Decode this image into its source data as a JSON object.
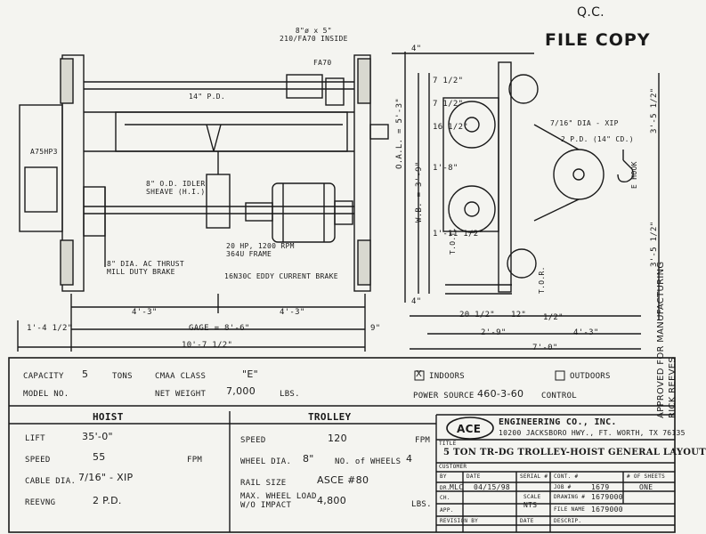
{
  "header": {
    "qc_mark": "Q.C.",
    "file_copy": "FILE COPY"
  },
  "plan_view": {
    "bearing": "8\"ø x 5\"\n210/FA70 INSIDE",
    "fa70": "FA70",
    "pd": "14\" P.D.",
    "motor_box": "A75HP3",
    "idler": "8\" O.D. IDLER\nSHEAVE (H.I.)",
    "motor": "20 HP, 1200 RPM\n364U FRAME",
    "brake1": "8\" DIA. AC THRUST\nMILL DUTY BRAKE",
    "brake2": "16N30C EDDY CURRENT BRAKE",
    "dim_4ft3": "4'-3\"",
    "dim_4ft3b": "4'-3\"",
    "gage": "GAGE = 8'-6\"",
    "dim_1ft4": "1'-4 1/2\"",
    "dim_9": "9\"",
    "dim_10ft7": "10'-7 1/2\""
  },
  "side_view": {
    "d4": "4\"",
    "d7_1": "7 1/2\"",
    "d7_2": "7 1/2\"",
    "d16": "16 1/2\"",
    "d1_8": "1'-8\"",
    "d1_11": "1'-11 1/2\"",
    "oal": "O.A.L. = 5'-3\"",
    "wb": "W.B. = 3'-9\"",
    "tot": "T.O.T.",
    "tor": "T.O.R.",
    "rope": "7/16\" DIA - XIP",
    "pd": "2 P.D. (14\" CD.)",
    "ehook": "E HOOK",
    "d3_5a": "3'-5 1/2\"",
    "d3_5b": "3'-5 1/2\"",
    "d4in": "4\"",
    "d20": "20 1/2\"",
    "d12": "12\"",
    "d1_2": "1/2\"",
    "d2_9": "2'-9\"",
    "d4_3": "4'-3\"",
    "d7_0": "7'-0\""
  },
  "approval": "APPROVED FOR MANUFACTURING\nRICK REEVES",
  "specs": {
    "capacity_label": "CAPACITY",
    "capacity_value": "5",
    "capacity_unit": "TONS",
    "cmaa_label": "CMAA CLASS",
    "cmaa_value": "\"E\"",
    "indoors_check": "X",
    "indoors_label": "INDOORS",
    "outdoors_label": "OUTDOORS",
    "model_label": "MODEL NO.",
    "weight_label": "NET WEIGHT",
    "weight_value": "7,000",
    "weight_unit": "LBS.",
    "power_label": "POWER SOURCE",
    "power_value": "460-3-60",
    "control_label": "CONTROL"
  },
  "hoist": {
    "title": "HOIST",
    "lift_label": "LIFT",
    "lift_value": "35'-0\"",
    "lift_unit": "",
    "speed_label": "SPEED",
    "speed_value": "55",
    "speed_unit": "FPM",
    "cable_label": "CABLE DIA.",
    "cable_value": "7/16\" - XIP",
    "reeving_label": "REEVNG",
    "reeving_value": "2 P.D."
  },
  "trolley": {
    "title": "TROLLEY",
    "speed_label": "SPEED",
    "speed_value": "120",
    "speed_unit": "FPM",
    "wheel_label": "WHEEL DIA.",
    "wheel_value": "8\"",
    "wheels_label": "NO. of WHEELS",
    "wheels_value": "4",
    "rail_label": "RAIL SIZE",
    "rail_value": "ASCE #80",
    "load_label": "MAX. WHEEL LOAD\nW/O IMPACT",
    "load_value": "4,800",
    "load_unit": "LBS."
  },
  "title_block": {
    "logo": "ACE",
    "company": "ENGINEERING CO., INC.",
    "address": "10200 JACKSBORO HWY., FT. WORTH, TX 76135",
    "title_label": "TITLE",
    "title": "5 TON TR-DG TROLLEY-HOIST GENERAL LAYOUT",
    "customer_label": "CUSTOMER",
    "by_label": "BY",
    "date_label": "DATE",
    "serial_label": "SERIAL #",
    "cont_label": "CONT. #",
    "sheets_label": "# OF SHEETS",
    "dr_label": "DR.",
    "dr_by": "MLC",
    "dr_date": "04/15/98",
    "job_label": "JOB #",
    "job_value": "1679",
    "sheets_value": "ONE",
    "ch_label": "CH.",
    "scale_label": "SCALE",
    "scale_value": "NTS",
    "drawing_label": "DRAWING #",
    "drawing_value": "1679000",
    "app_label": "APP.",
    "file_label": "FILE NAME",
    "file_value": "1679000",
    "rev_label": "REVISION BY",
    "rev_date_label": "DATE",
    "descrip_label": "DESCRIP."
  }
}
